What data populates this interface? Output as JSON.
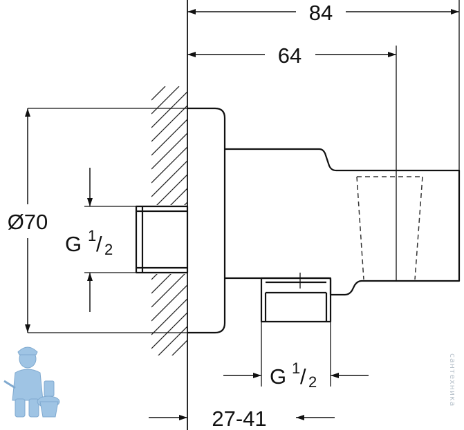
{
  "dimensions": {
    "overall_length": "84",
    "body_length": "64",
    "flange_diameter": "Ø70",
    "wall_thread": {
      "main": "G",
      "num": "1",
      "slash": "/",
      "den": "2"
    },
    "outlet_thread": {
      "main": "G",
      "num": "1",
      "slash": "/",
      "den": "2"
    },
    "wall_range": "27-41"
  },
  "watermark": "сантехника",
  "colors": {
    "line": "#111111",
    "mascot": "#9fc4e4",
    "watermark": "#b9c3cc"
  }
}
